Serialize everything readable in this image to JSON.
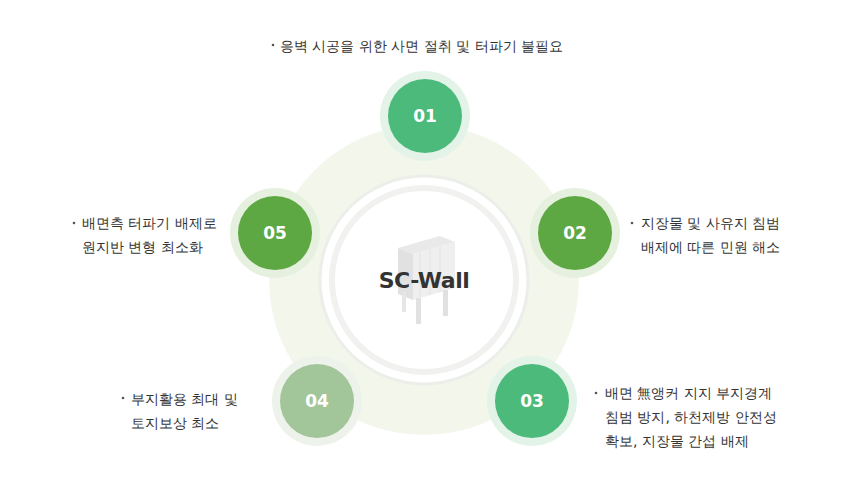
{
  "diagram": {
    "nodes": [
      {
        "text": [
          "SC-Wall"
        ]
      },
      {
        "text": [
          "01"
        ]
      },
      {
        "text": [
          "02"
        ]
      },
      {
        "text": [
          "03"
        ]
      },
      {
        "text": [
          "04"
        ]
      },
      {
        "text": [
          "05"
        ]
      }
    ],
    "labels": [
      "응벽 시공을 위한 사면 절취 및 터파기 불필요",
      "지장물 및 사유지 침범 배제에 따른 민원 해소",
      "배면 無앵커 지지 부지경계 침범 방지, 하천제방 안전성 확보, 지장물 간섭 배제",
      "부지활용 최대 및 토지보상 최소",
      "배면측 터파기 배제로 원지반 변형 최소화"
    ]
  }
}
